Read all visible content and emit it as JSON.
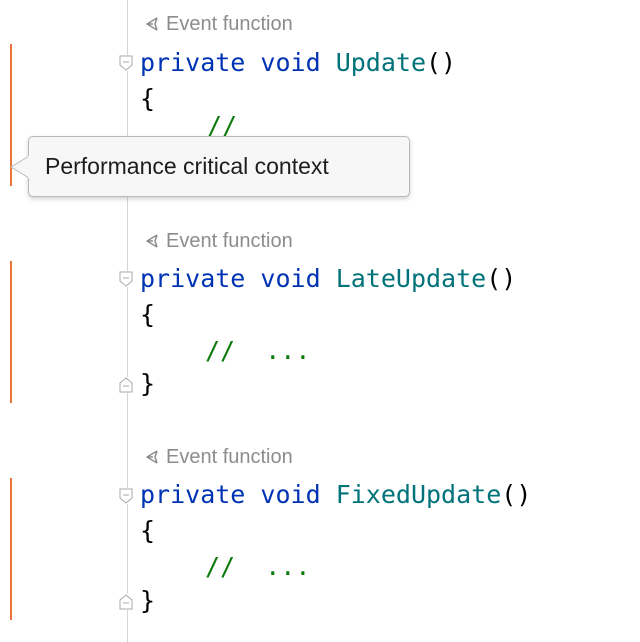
{
  "tooltip": {
    "text": "Performance critical context"
  },
  "blocks": [
    {
      "hint": "Event function",
      "icon": "unity-icon",
      "keywords": "private void",
      "name": "Update",
      "parens": "()",
      "open_brace": "{",
      "comment": "//"
    },
    {
      "hint": "Event function",
      "icon": "unity-icon",
      "keywords": "private void",
      "name": "LateUpdate",
      "parens": "()",
      "open_brace": "{",
      "comment": "//",
      "ellipsis": "...",
      "close_brace": "}"
    },
    {
      "hint": "Event function",
      "icon": "unity-icon",
      "keywords": "private void",
      "name": "FixedUpdate",
      "parens": "()",
      "open_brace": "{",
      "comment": "//",
      "ellipsis": "...",
      "close_brace": "}"
    }
  ],
  "colors": {
    "keyword": "#0033b3",
    "method_name": "#00737a",
    "comment": "#0b7a0b",
    "hint": "#8c8c8c",
    "gutter_marker": "#e8763a"
  }
}
